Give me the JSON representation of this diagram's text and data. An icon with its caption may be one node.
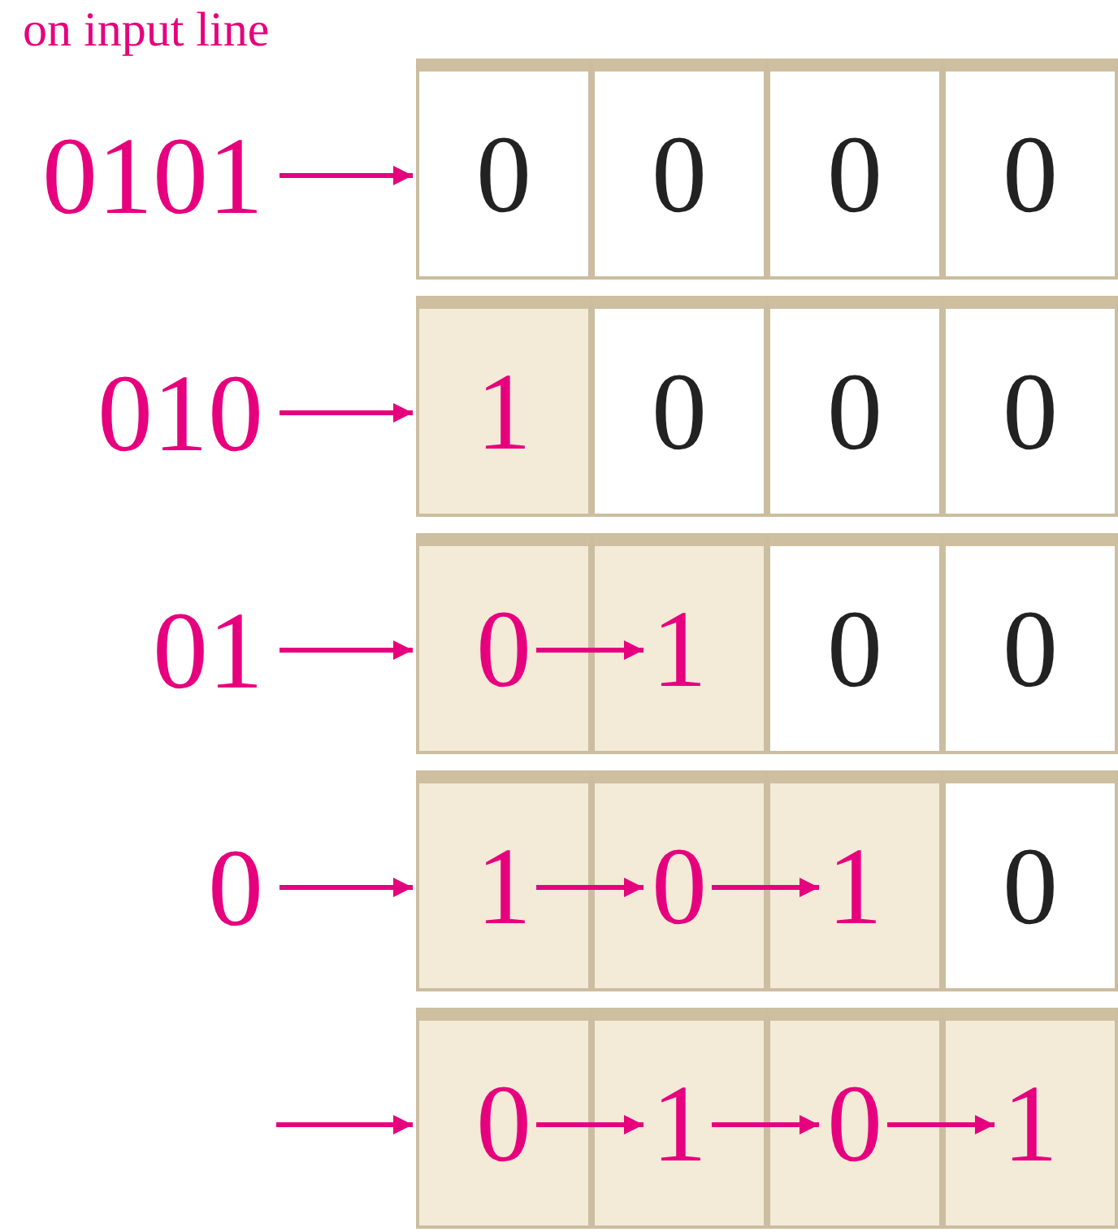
{
  "diagram": {
    "nodes": [
      {
        "text": [
          "0101"
        ]
      },
      {
        "text": [
          "0"
        ]
      },
      {
        "text": [
          "0"
        ]
      },
      {
        "text": [
          "0"
        ]
      },
      {
        "text": [
          "0"
        ]
      },
      {
        "text": [
          "010"
        ]
      },
      {
        "text": [
          "1"
        ]
      },
      {
        "text": [
          "0"
        ]
      },
      {
        "text": [
          "0"
        ]
      },
      {
        "text": [
          "0"
        ]
      },
      {
        "text": [
          "01"
        ]
      },
      {
        "text": [
          "0"
        ]
      },
      {
        "text": [
          "1"
        ]
      },
      {
        "text": [
          "0"
        ]
      },
      {
        "text": [
          "0"
        ]
      },
      {
        "text": [
          "0"
        ]
      },
      {
        "text": [
          "1"
        ]
      },
      {
        "text": [
          "0"
        ]
      },
      {
        "text": [
          "1"
        ]
      },
      {
        "text": [
          "0"
        ]
      },
      {
        "text": [
          "0"
        ]
      },
      {
        "text": [
          "1"
        ]
      },
      {
        "text": [
          "0"
        ]
      },
      {
        "text": [
          "1"
        ]
      }
    ],
    "edges": [
      {
        "from": 0,
        "to": 1,
        "arrow": "to"
      },
      {
        "from": 5,
        "to": 6,
        "arrow": "to"
      },
      {
        "from": 10,
        "to": 11,
        "arrow": "to"
      },
      {
        "from": 11,
        "to": 12,
        "arrow": "to"
      },
      {
        "from": 15,
        "to": 16,
        "arrow": "to"
      },
      {
        "from": 16,
        "to": 17,
        "arrow": "to"
      },
      {
        "from": 17,
        "to": 18,
        "arrow": "to"
      },
      {
        "from": null,
        "to": 20,
        "arrow": "to"
      },
      {
        "from": 20,
        "to": 21,
        "arrow": "to"
      },
      {
        "from": 21,
        "to": 22,
        "arrow": "to"
      },
      {
        "from": 22,
        "to": 23,
        "arrow": "to"
      }
    ],
    "labels": [
      "on input line"
    ]
  }
}
